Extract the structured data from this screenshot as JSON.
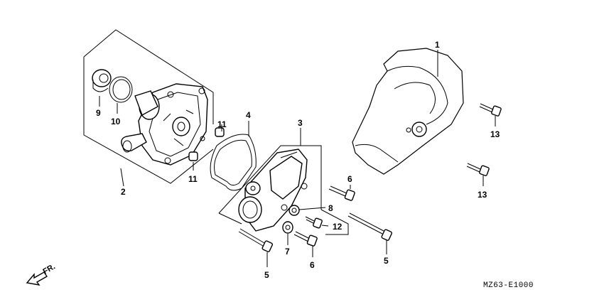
{
  "callouts": {
    "c1": "1",
    "c2": "2",
    "c3": "3",
    "c4": "4",
    "c5a": "5",
    "c5b": "5",
    "c6a": "6",
    "c6b": "6",
    "c7": "7",
    "c8": "8",
    "c9": "9",
    "c10": "10",
    "c11a": "11",
    "c11b": "11",
    "c12": "12",
    "c13a": "13",
    "c13b": "13"
  },
  "direction_label": "FR.",
  "diagram_code": "MZ63-E1000"
}
